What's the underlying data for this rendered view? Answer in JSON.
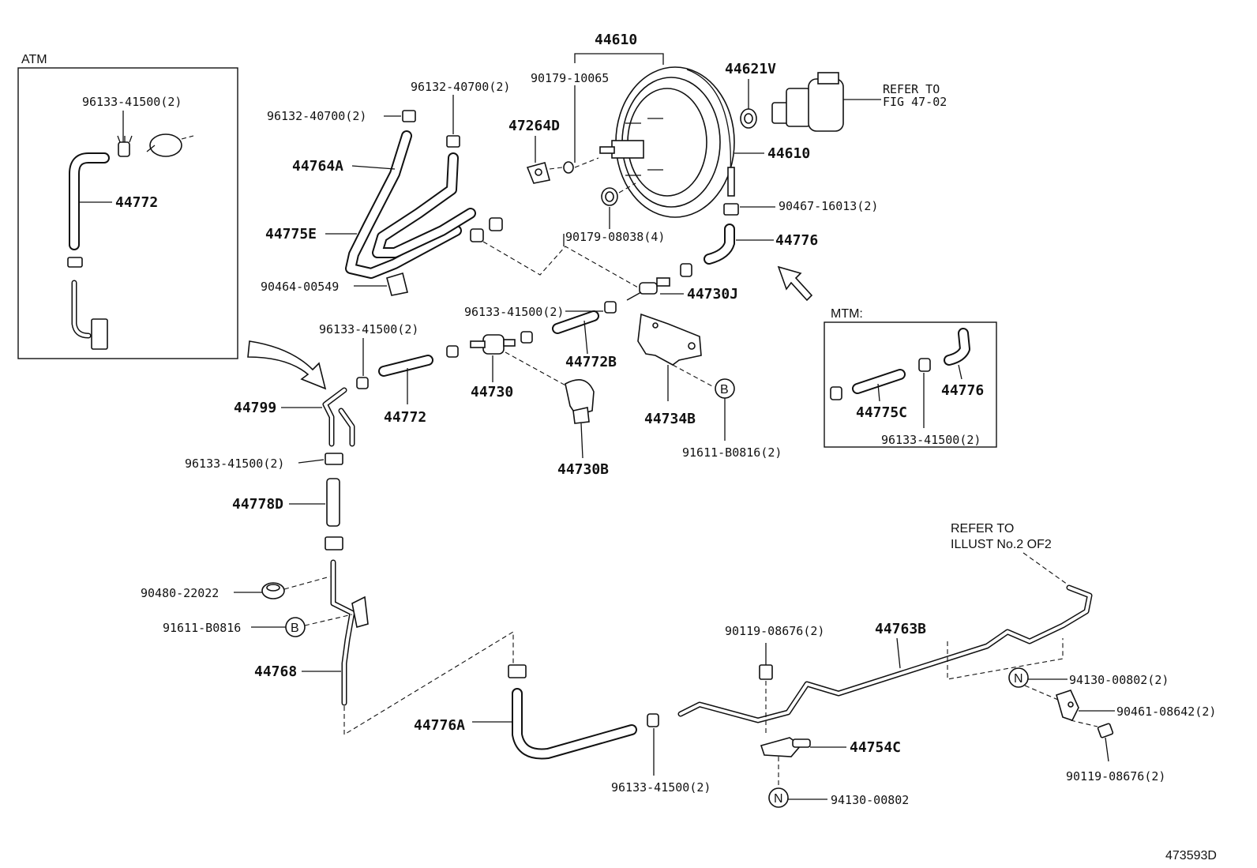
{
  "inset_atm": {
    "title": "ATM",
    "labels": {
      "clip": "96133-41500(2)",
      "hose": "44772"
    }
  },
  "inset_mtm": {
    "title": "MTM:",
    "labels": {
      "hose_c": "44775C",
      "hose": "44776",
      "clip": "96133-41500(2)"
    }
  },
  "booster": {
    "assembly_top": "44610",
    "assembly_side": "44610",
    "pin": "90179-10065",
    "nut": "90179-08038(4)",
    "gasket": "44621V",
    "bracket": "47264D",
    "refer_to": "REFER TO",
    "refer_fig": "FIG 47-02",
    "clamp": "90467-16013(2)",
    "hose": "44776"
  },
  "upper_hoses": {
    "clip_top": "96132-40700(2)",
    "clip_left": "96132-40700(2)",
    "hose_a": "44764A",
    "hose_e": "44775E",
    "clamp": "90464-00549"
  },
  "check_valve_group": {
    "clip_a": "96133-41500(2)",
    "clip_b": "96133-41500(2)",
    "valve_j": "44730J",
    "hose_b": "44772B",
    "hose": "44772",
    "valve": "44730",
    "holder": "44730B",
    "bracket": "44734B",
    "bolt": "91611-B0816(2)",
    "marker": "B"
  },
  "left_chain": {
    "hose": "44799",
    "clip": "96133-41500(2)",
    "hose_d": "44778D",
    "grommet": "90480-22022",
    "bolt": "91611-B0816",
    "marker": "B",
    "pipe": "44768"
  },
  "lower_pipes": {
    "hose_a": "44776A",
    "clip": "96133-41500(2)",
    "bolt_top": "90119-08676(2)",
    "pipe_b": "44763B",
    "clamp_c": "44754C",
    "nut": "94130-00802",
    "marker": "N",
    "nut_right": "94130-00802(2)",
    "clamp_right": "90461-08642(2)",
    "bolt_right": "90119-08676(2)",
    "refer_line1": "REFER TO",
    "refer_line2": "ILLUST No.2 OF2"
  },
  "footer": {
    "illustration_id": "473593D"
  }
}
